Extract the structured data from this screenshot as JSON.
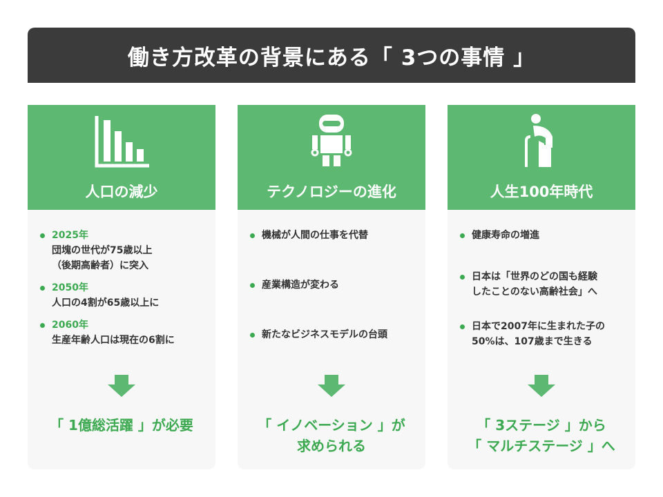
{
  "title": "働き方改革の背景にある「 3つの事情 」",
  "cards": [
    {
      "icon": "bar-chart-icon",
      "heading": "人口の減少",
      "items": [
        {
          "year": "2025年",
          "text": "団塊の世代が75歳以上",
          "text2": "（後期高齢者）に突入"
        },
        {
          "year": "2050年",
          "text": "人口の4割が65歳以上に"
        },
        {
          "year": "2060年",
          "text": "生産年齢人口は現在の6割に"
        }
      ],
      "conclusion": [
        "「 1億総活躍 」が必要"
      ]
    },
    {
      "icon": "robot-icon",
      "heading": "テクノロジーの進化",
      "items": [
        {
          "text": "機械が人間の仕事を代替"
        },
        {
          "text": "産業構造が変わる"
        },
        {
          "text": "新たなビジネスモデルの台頭"
        }
      ],
      "conclusion": [
        "「 イノベーション 」が",
        "求められる"
      ]
    },
    {
      "icon": "elderly-person-icon",
      "heading": "人生100年時代",
      "items": [
        {
          "text": "健康寿命の増進"
        },
        {
          "text": "日本は「世界のどの国も経験",
          "text2": "したことのない高齢社会」へ"
        },
        {
          "text": "日本で2007年に生まれた子の",
          "text2": "50%は、107歳まで生きる"
        }
      ],
      "conclusion": [
        "「 3ステージ 」から",
        "「 マルチステージ 」へ"
      ]
    }
  ]
}
